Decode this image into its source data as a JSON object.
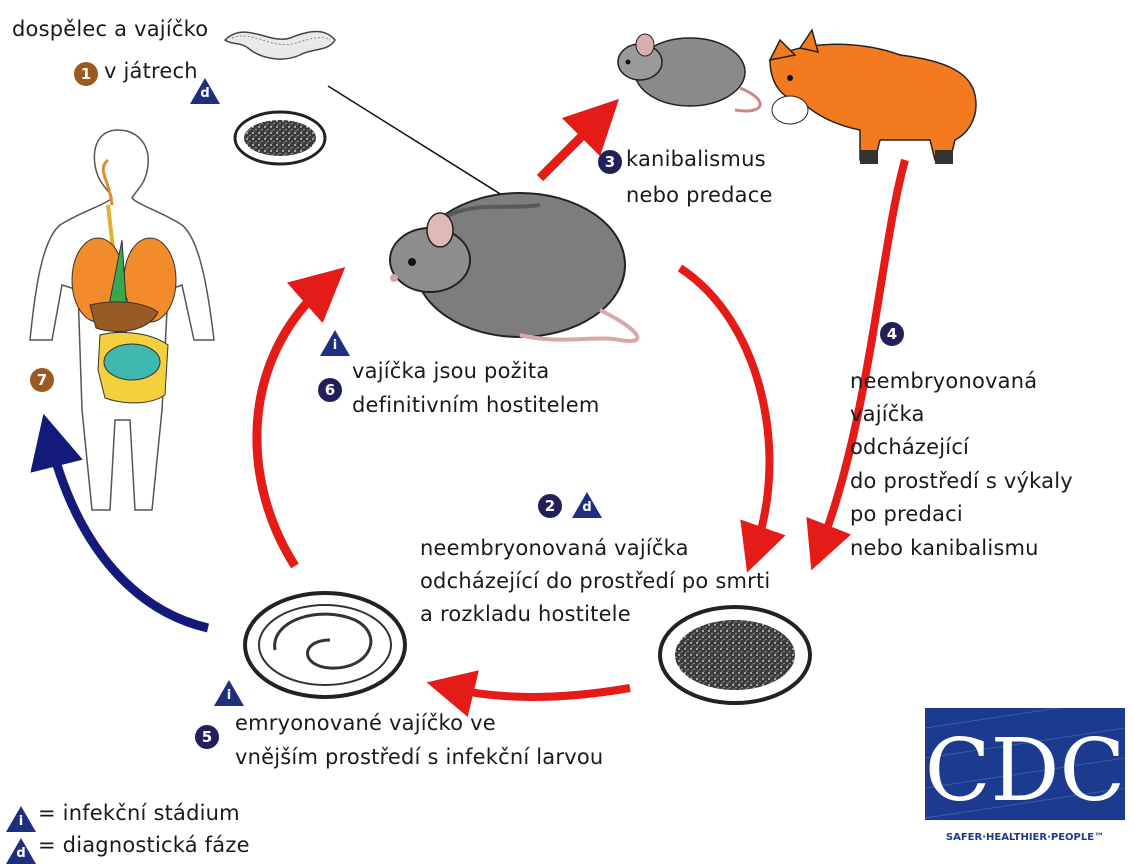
{
  "labels": {
    "step1_line1": "dospělec a vajíčko",
    "step1_line2": "v játrech",
    "step2_line1": "neembryonovaná vajíčka",
    "step2_line2": "odcházející do prostředí po smrti",
    "step2_line3": "a rozkladu hostitele",
    "step3_line1": "kanibalismus",
    "step3_line2": "nebo predace",
    "step4_line1": "neembryonovaná",
    "step4_line2": "vajíčka",
    "step4_line3": "odcházející",
    "step4_line4": "do prostředí s výkaly",
    "step4_line5": "po predaci",
    "step4_line6": "nebo kanibalismu",
    "step5_line1": "emryonované vajíčko ve",
    "step5_line2": "vnějším prostředí s infekční larvou",
    "step6_line1": "vajíčka jsou požita",
    "step6_line2": "definitivním hostitelem"
  },
  "badges": {
    "n1": "1",
    "n2": "2",
    "n3": "3",
    "n4": "4",
    "n5": "5",
    "n6": "6",
    "n7": "7"
  },
  "stage_markers": {
    "infective": "i",
    "diagnostic": "d"
  },
  "legend": {
    "infective": "= infekční stádium",
    "diagnostic": "= diagnostická fáze"
  },
  "logo": {
    "text": "CDC",
    "tagline": "SAFER·HEALTHIER·PEOPLE™"
  },
  "colors": {
    "arrow_red": "#e41b17",
    "arrow_blue": "#141a7a",
    "badge_brown": "#9a5a24",
    "badge_navy": "#22205a",
    "marker_blue": "#1f2f80"
  }
}
